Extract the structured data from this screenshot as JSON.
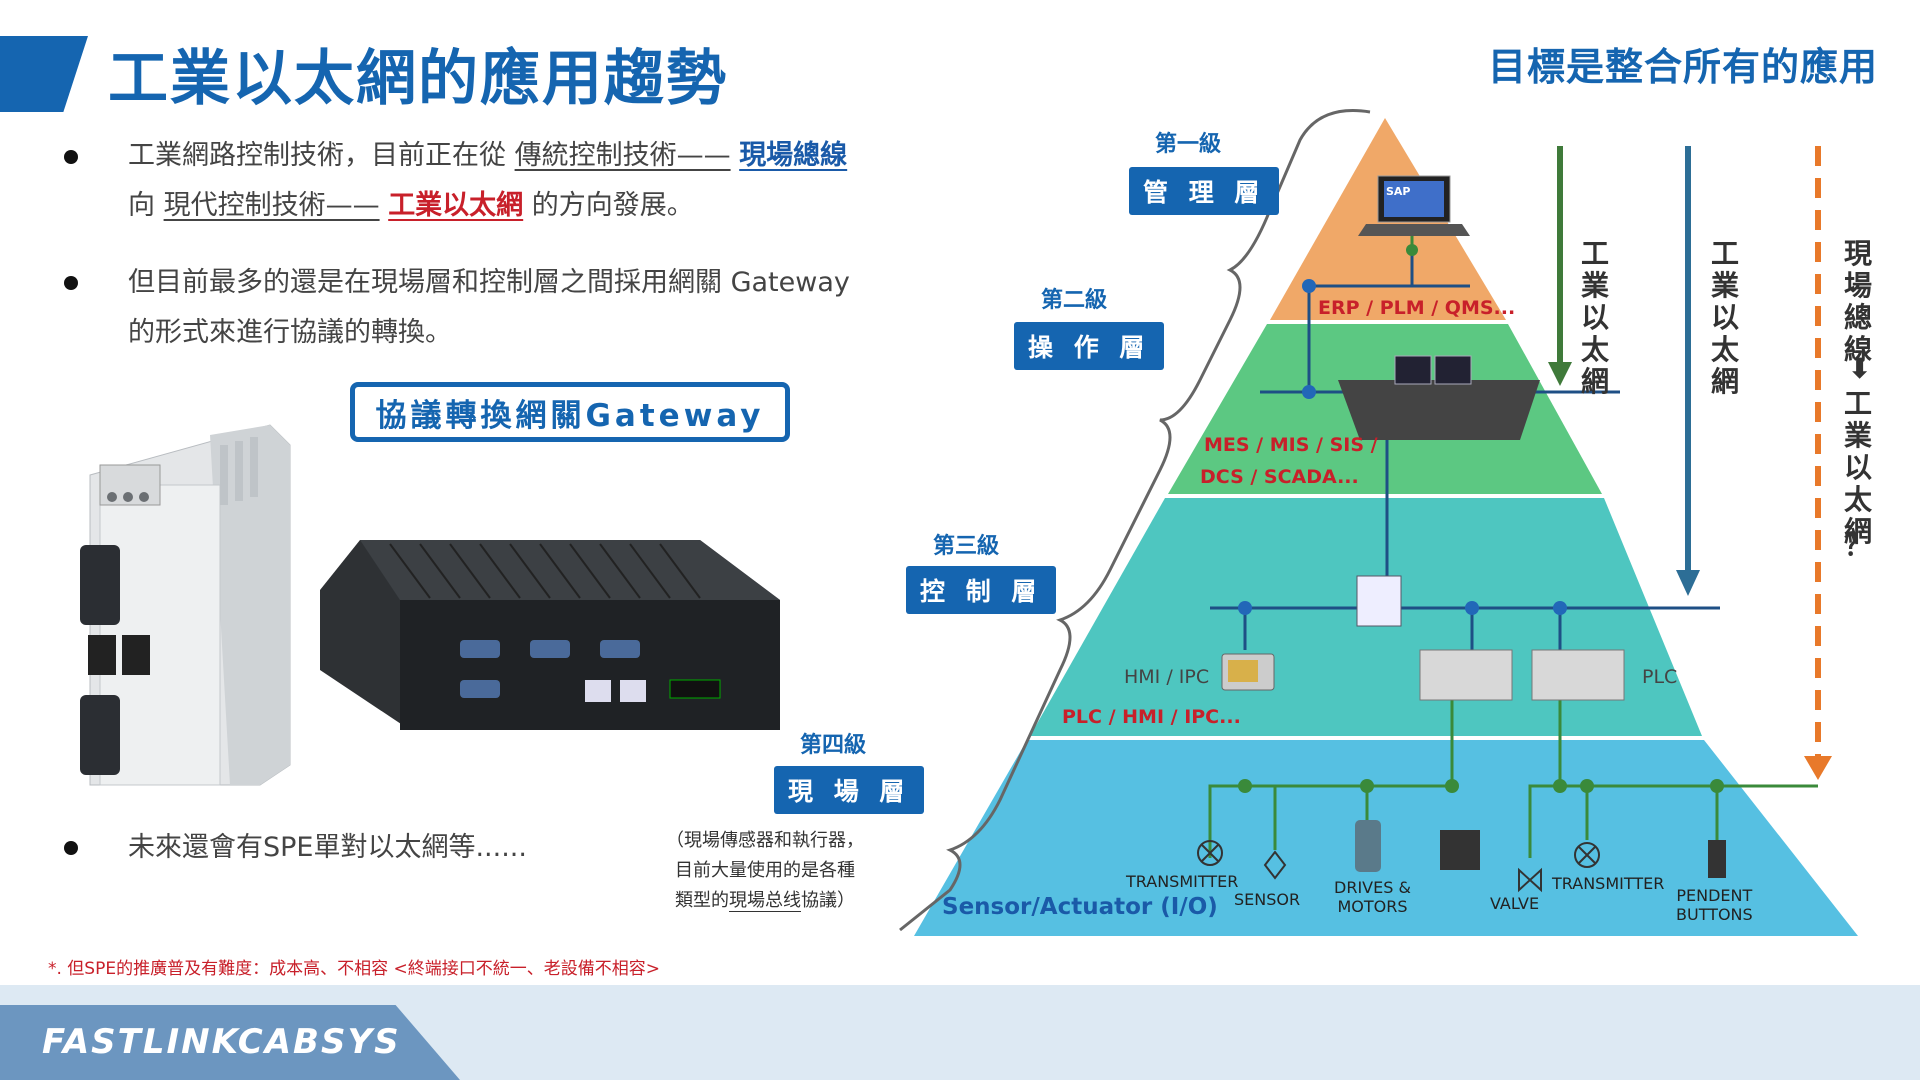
{
  "title": "工業以太網的應用趨勢",
  "goal": "目標是整合所有的應用",
  "bullets": {
    "b1_prefix": "工業網路控制技術，目前正在從",
    "b1_trad": "傳統控制技術——",
    "b1_fieldbus": "現場總線",
    "b1_line2_a": "向",
    "b1_modern": "現代控制技術——",
    "b1_eth": "工業以太網",
    "b1_line2_b": "的方向發展。",
    "b2_line1": "但目前最多的還是在現場層和控制層之間採用網關 Gateway",
    "b2_line2": "的形式來進行協議的轉換。",
    "b3": "未來還會有SPE單對以太網等......"
  },
  "gateway_box": "協議轉換網關Gateway",
  "note": {
    "l1": "（現場傳感器和執行器，",
    "l2": "目前大量使用的是各種",
    "l3a": "類型的",
    "l3u": "現場总线",
    "l3b": "協議）"
  },
  "footnote": "*. 但SPE的推廣普及有難度：成本高、不相容 <終端接口不統一、老設備不相容>",
  "brand": "FASTLINKCABSYS",
  "levels": [
    {
      "level": "第一級",
      "name": "管 理 層"
    },
    {
      "level": "第二級",
      "name": "操 作 層"
    },
    {
      "level": "第三級",
      "name": "控 制 層"
    },
    {
      "level": "第四級",
      "name": "現 場 層"
    }
  ],
  "layers": {
    "erp": "ERP / PLM / QMS...",
    "mes1": "MES / MIS / SIS /",
    "mes2": "DCS / SCADA...",
    "hmi": "HMI / IPC",
    "plc_label": "PLC",
    "plc_hmi": "PLC / HMI / IPC...",
    "sensor_actuator": "Sensor/Actuator (I/O)",
    "sap": "SAP"
  },
  "devices": {
    "transmitter1": "TRANSMITTER",
    "sensor": "SENSOR",
    "drives1": "DRIVES &",
    "drives2": "MOTORS",
    "valve": "VALVE",
    "transmitter2": "TRANSMITTER",
    "pendent1": "PENDENT",
    "pendent2": "BUTTONS"
  },
  "arrows": {
    "a1": "工業以太網",
    "a2": "工業以太網",
    "a3a": "現場總線",
    "a3b": "工業以太網",
    "q": "？"
  },
  "colors": {
    "title_blue": "#1565b0",
    "accent_red": "#c8202a",
    "layer1": "#f0a868",
    "layer2": "#5cc882",
    "layer3": "#4ec6c0",
    "layer4": "#56c0e2",
    "arrow_green": "#3f7a3a",
    "arrow_blue": "#2d6e96",
    "arrow_orange": "#e8792a"
  }
}
